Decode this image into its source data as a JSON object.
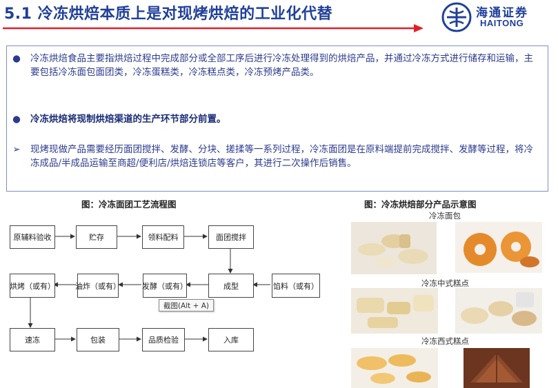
{
  "header": {
    "title": "5.1 冷冻烘焙本质上是对现烤烘焙的工业化代替",
    "logo_cn": "海通证券",
    "logo_en": "HAITONG",
    "accent": "#1f3f9b",
    "arrow_color": "#e0212a"
  },
  "bullets": [
    {
      "marker": "●",
      "text": "冷冻烘焙食品主要指烘焙过程中完成部分或全部工序后进行冷冻处理得到的烘焙产品，并通过冷冻方式进行储存和运输，主要包括冷冻面包面团类，冷冻蛋糕类，冷冻糕点类，冷冻预烤产品类。"
    },
    {
      "marker": "●",
      "text": "冷冻烘焙将现制烘焙渠道的生产环节部分前置。"
    },
    {
      "marker": "➢",
      "text": "现烤现做产品需要经历面团搅拌、发酵、分块、搓揉等一系列过程，冷冻面团是在原料端提前完成搅拌、发酵等过程，将冷冻成品/半成品运输至商超/便利店/烘焙连锁店等客户，其进行二次操作后销售。"
    }
  ],
  "flow": {
    "caption": "图：冷冻面团工艺流程图",
    "steps": [
      "原辅料验收",
      "贮存",
      "领料配料",
      "面团搅拌",
      "成型",
      "馅料（或有）",
      "发酵（或有）",
      "油炸（或有）",
      "烘烤（或有）",
      "速冻",
      "包装",
      "品质检验",
      "入库"
    ],
    "tooltip": "截图(Alt + A)"
  },
  "products": {
    "caption": "图：冷冻烘焙部分产品示意图",
    "labels": [
      "冷冻面包",
      "冷冻中式糕点",
      "冷冻西式糕点"
    ]
  }
}
